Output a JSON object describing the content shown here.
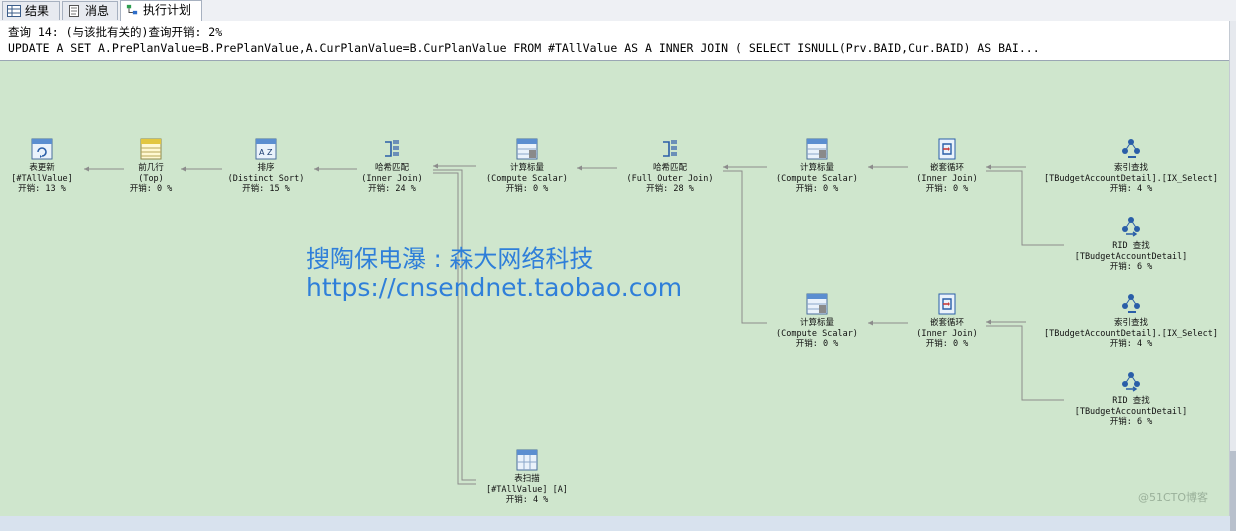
{
  "tabs": [
    {
      "label": "结果",
      "icon": "grid-icon"
    },
    {
      "label": "消息",
      "icon": "message-icon"
    },
    {
      "label": "执行计划",
      "icon": "plan-icon"
    }
  ],
  "query": {
    "line1": "查询 14: (与该批有关的)查询开销: 2%",
    "line2": "UPDATE A SET A.PrePlanValue=B.PrePlanValue,A.CurPlanValue=B.CurPlanValue FROM #TAllValue AS A INNER JOIN ( SELECT ISNULL(Prv.BAID,Cur.BAID) AS BAI..."
  },
  "nodes": [
    {
      "id": "n1",
      "icon": "table-update-icon",
      "name": "表更新",
      "detail": "[#TAllValue]",
      "cost": "开销: 13 %"
    },
    {
      "id": "n2",
      "icon": "top-icon",
      "name": "前几行",
      "detail": "(Top)",
      "cost": "开销: 0 %"
    },
    {
      "id": "n3",
      "icon": "sort-icon",
      "name": "排序",
      "detail": "(Distinct Sort)",
      "cost": "开销: 15 %"
    },
    {
      "id": "n4",
      "icon": "hash-match-icon",
      "name": "哈希匹配",
      "detail": "(Inner Join)",
      "cost": "开销: 24 %"
    },
    {
      "id": "n5",
      "icon": "compute-scalar-icon",
      "name": "计算标量",
      "detail": "(Compute Scalar)",
      "cost": "开销: 0 %"
    },
    {
      "id": "n6",
      "icon": "hash-match-icon",
      "name": "哈希匹配",
      "detail": "(Full Outer Join)",
      "cost": "开销: 28 %"
    },
    {
      "id": "n7",
      "icon": "compute-scalar-icon",
      "name": "计算标量",
      "detail": "(Compute Scalar)",
      "cost": "开销: 0 %"
    },
    {
      "id": "n8",
      "icon": "nested-loops-icon",
      "name": "嵌套循环",
      "detail": "(Inner Join)",
      "cost": "开销: 0 %"
    },
    {
      "id": "n9",
      "icon": "index-seek-icon",
      "name": "索引查找",
      "detail": "[TBudgetAccountDetail].[IX_Select]",
      "cost": "开销: 4 %"
    },
    {
      "id": "n10",
      "icon": "rid-lookup-icon",
      "name": "RID 查找",
      "detail": "[TBudgetAccountDetail]",
      "cost": "开销: 6 %"
    },
    {
      "id": "n11",
      "icon": "compute-scalar-icon",
      "name": "计算标量",
      "detail": "(Compute Scalar)",
      "cost": "开销: 0 %"
    },
    {
      "id": "n12",
      "icon": "nested-loops-icon",
      "name": "嵌套循环",
      "detail": "(Inner Join)",
      "cost": "开销: 0 %"
    },
    {
      "id": "n13",
      "icon": "index-seek-icon",
      "name": "索引查找",
      "detail": "[TBudgetAccountDetail].[IX_Select]",
      "cost": "开销: 4 %"
    },
    {
      "id": "n14",
      "icon": "rid-lookup-icon",
      "name": "RID 查找",
      "detail": "[TBudgetAccountDetail]",
      "cost": "开销: 6 %"
    },
    {
      "id": "n15",
      "icon": "table-scan-icon",
      "name": "表扫描",
      "detail": "[#TAllValue] [A]",
      "cost": "开销: 4 %"
    }
  ],
  "watermark": {
    "line1": "搜陶保电瀑 : 森大网络科技",
    "line2": "https://cnsendnet.taobao.com"
  },
  "stamp": "@51CTO博客"
}
